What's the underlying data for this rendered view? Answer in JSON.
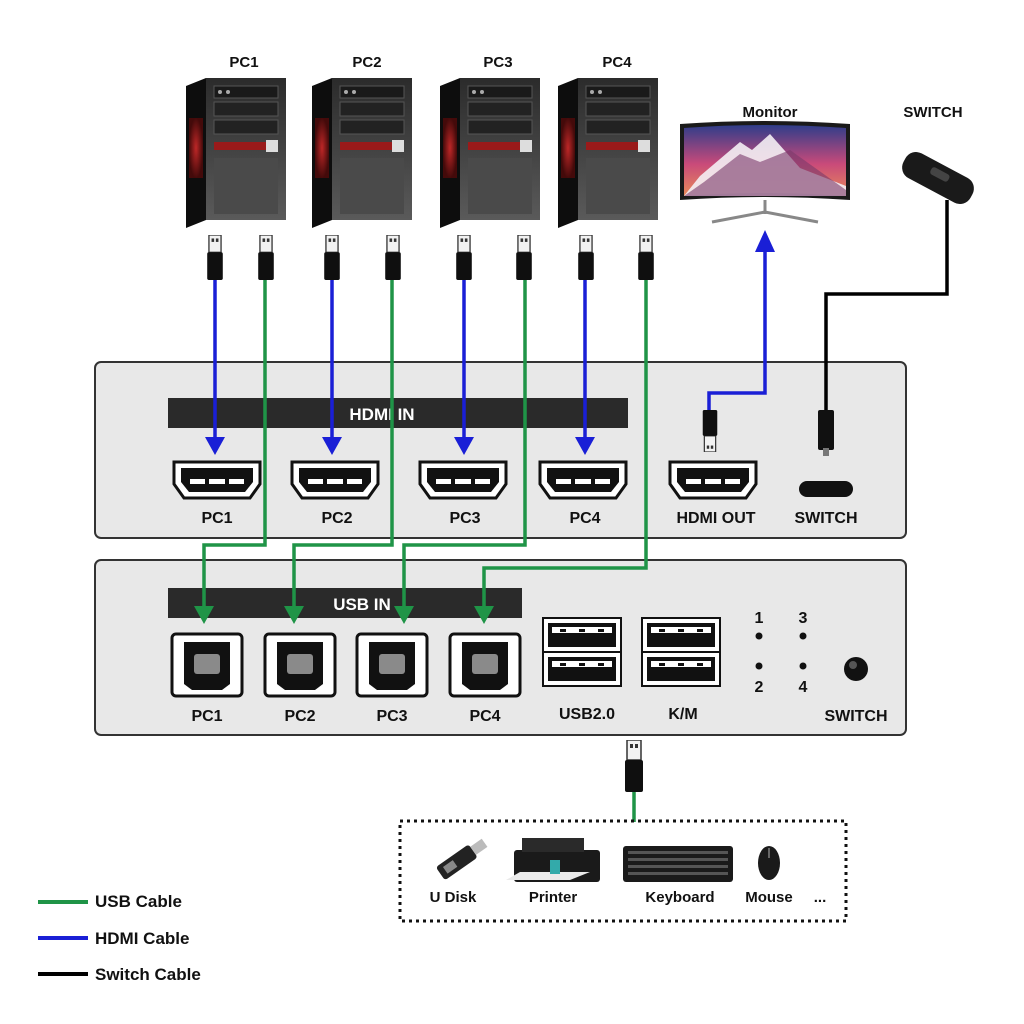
{
  "pcs": [
    "PC1",
    "PC2",
    "PC3",
    "PC4"
  ],
  "monitor": {
    "label": "Monitor"
  },
  "external_switch": {
    "label": "SWITCH"
  },
  "hdmi_panel": {
    "bar_label": "HDMI IN",
    "ports": [
      "PC1",
      "PC2",
      "PC3",
      "PC4"
    ],
    "out_label": "HDMI OUT",
    "switch_label": "SWITCH"
  },
  "usb_panel": {
    "bar_label": "USB IN",
    "ports": [
      "PC1",
      "PC2",
      "PC3",
      "PC4"
    ],
    "usb2_label": "USB2.0",
    "km_label": "K/M",
    "indicators": [
      "1",
      "2",
      "3",
      "4"
    ],
    "switch_label": "SWITCH"
  },
  "peripherals": [
    "U Disk",
    "Printer",
    "Keyboard",
    "Mouse",
    "..."
  ],
  "legend": [
    {
      "label": "USB Cable",
      "color": "#1f9447"
    },
    {
      "label": "HDMI Cable",
      "color": "#1a1fd6"
    },
    {
      "label": "Switch Cable",
      "color": "#000000"
    }
  ],
  "colors": {
    "usb": "#1f9447",
    "hdmi": "#1a1fd6",
    "switch": "#000000",
    "panel": "#e8e8e8",
    "bar": "#2a2a2a"
  }
}
